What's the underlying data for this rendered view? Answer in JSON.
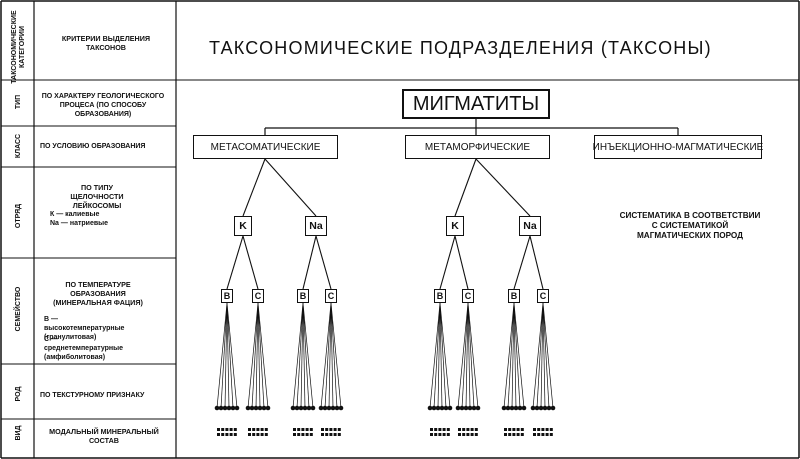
{
  "table": {
    "col1_header": "ТАКСОНОМИЧЕСКИЕ КАТЕГОРИИ",
    "col2_header": "КРИТЕРИИ ВЫДЕЛЕНИЯ ТАКСОНОВ",
    "col3_header": "ТАКСОНОМИЧЕСКИЕ ПОДРАЗДЕЛЕНИЯ (ТАКСОНЫ)",
    "rows": [
      {
        "category": "ТИП",
        "criteria": "ПО ХАРАКТЕРУ ГЕОЛОГИЧЕСКОГО ПРОЦЕСА (ПО СПОСОБУ ОБРАЗОВАНИЯ)"
      },
      {
        "category": "КЛАСС",
        "criteria": "ПО УСЛОВИЮ ОБРАЗОВАНИЯ"
      },
      {
        "category": "ОТРЯД",
        "criteria": "ПО ТИПУ ЩЕЛОЧНОСТИ ЛЕЙКОСОМЫ",
        "legend": [
          "К — калиевые",
          "Na — натриевые"
        ]
      },
      {
        "category": "СЕМЕЙСТВО",
        "criteria": "ПО ТЕМПЕРАТУРЕ ОБРАЗОВАНИЯ (МИНЕРАЛЬНАЯ ФАЦИЯ)",
        "legend": [
          "В — высокотемпературные (гранулитовая)",
          "С — среднетемпературные (амфиболитовая)"
        ]
      },
      {
        "category": "РОД",
        "criteria": "ПО ТЕКСТУРНОМУ ПРИЗНАКУ"
      },
      {
        "category": "ВИД",
        "criteria": "МОДАЛЬНЫЙ МИНЕРАЛЬНЫЙ СОСТАВ"
      }
    ]
  },
  "tree": {
    "root": "МИГМАТИТЫ",
    "classes": [
      "МЕТАСОМАТИЧЕСКИЕ",
      "МЕТАМОРФИЧЕСКИЕ",
      "ИНЪЕКЦИОННО-МАГМАТИЧЕСКИЕ"
    ],
    "orders": [
      "K",
      "Na",
      "K",
      "Na"
    ],
    "families": [
      "B",
      "C",
      "B",
      "C",
      "B",
      "C",
      "B",
      "C"
    ],
    "note": "СИСТЕМАТИКА В СООТВЕТСТВИИ С СИСТЕМАТИКОЙ МАГМАТИЧЕСКИХ ПОРОД"
  }
}
